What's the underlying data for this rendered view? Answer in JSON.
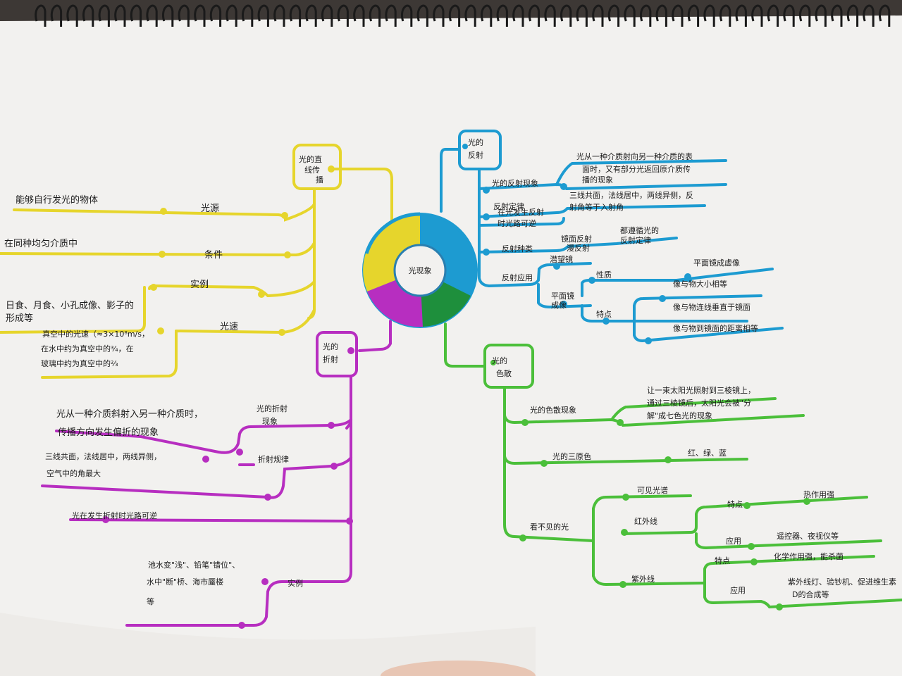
{
  "colors": {
    "yellow": "#e6d52c",
    "blue": "#1d9bd1",
    "green": "#4bbf3a",
    "purple": "#b72ec0",
    "paper": "#f2f1ef"
  },
  "center": {
    "label": "光现象"
  },
  "yellow_branch": {
    "title_line1": "光的直",
    "title_line2": "线传",
    "title_line3": "播",
    "light_source": "光源",
    "light_source_def": "能够自行发光的物体",
    "condition": "条件",
    "condition_text": "在同种均匀介质中",
    "examples": "实例",
    "examples_text_1": "日食、月食、小孔成像、影子的",
    "examples_text_2": "形成等",
    "speed": "光速",
    "speed_text_1": "真空中的光速（≈3×10⁸m/s，",
    "speed_text_2": "在水中约为真空中的¾，在",
    "speed_text_3": "玻璃中约为真空中的⅔"
  },
  "blue_branch": {
    "title_line1": "光的",
    "title_line2": "反射",
    "phenomenon": "光的反射现象",
    "phenomenon_text_1": "光从一种介质射向另一种介质的表",
    "phenomenon_text_2": "面时，又有部分光返回原介质传",
    "phenomenon_text_3": "播的现象",
    "law": "反射定律",
    "law_text_1": "三线共面，法线居中，两线异侧，反",
    "law_text_2": "射角等于入射角",
    "reversible_1": "在光发生反射",
    "reversible_2": "时光路可逆",
    "types": "反射种类",
    "specular_1": "镜面反射",
    "specular_2": "漫反射",
    "diffuse_1": "都遵循光的",
    "diffuse_2": "反射定律",
    "application": "反射应用",
    "periscope": "潜望镜",
    "plane_mirror_1": "平面镜",
    "plane_mirror_2": "成像",
    "properties": "性质",
    "virtual_image": "平面镜成虚像",
    "features": "特点",
    "feature_1": "像与物大小相等",
    "feature_2": "像与物连线垂直于镜面",
    "feature_3": "像与物到镜面的距离相等"
  },
  "green_branch": {
    "title_line1": "光的",
    "title_line2": "色散",
    "dispersion": "光的色散现象",
    "dispersion_text_1": "让一束太阳光照射到三棱镜上，",
    "dispersion_text_2": "通过三棱镜后，太阳光会被\"分",
    "dispersion_text_3": "解\"成七色光的现象",
    "primary": "光的三原色",
    "primary_text": "红、绿、蓝",
    "invisible": "看不见的光",
    "visible_spectrum": "可见光谱",
    "infrared": "红外线",
    "ir_features": "特点",
    "ir_feature_text": "热作用强",
    "ir_applications": "应用",
    "ir_app_text": "遥控器、夜视仪等",
    "ultraviolet": "紫外线",
    "uv_features": "特点",
    "uv_feature_text": "化学作用强，能杀菌",
    "uv_applications": "应用",
    "uv_app_text_1": "紫外线灯、验钞机、促进维生素",
    "uv_app_text_2": "D的合成等"
  },
  "purple_branch": {
    "title_line1": "光的",
    "title_line2": "折射",
    "phenomenon_line1": "光的折射",
    "phenomenon_line2": "现象",
    "phenomenon_text_1": "光从一种介质斜射入另一种介质时，",
    "phenomenon_text_2": "传播方向发生偏折的现象",
    "law": "折射规律",
    "law_text_1": "三线共面，法线居中，两线异侧，",
    "law_text_2": "空气中的角最大",
    "reversible": "光在发生折射时光路可逆",
    "examples": "实例",
    "examples_text_1": "池水变\"浅\"、铅笔\"错位\"、",
    "examples_text_2": "水中\"断\"桥、海市蜃楼",
    "examples_text_3": "等"
  }
}
